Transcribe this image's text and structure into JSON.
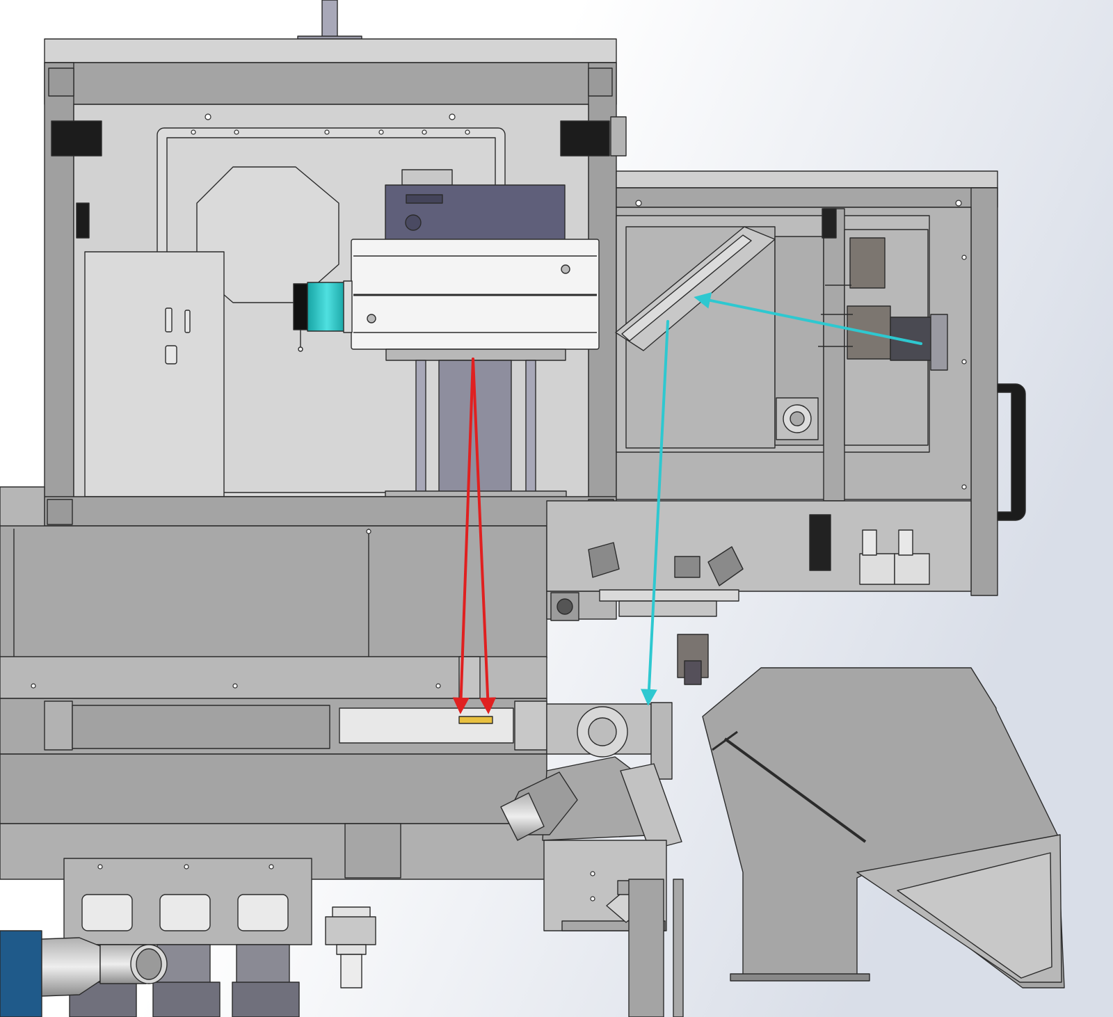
{
  "diagram": {
    "colors": {
      "background_top": "#ffffff",
      "background_right": "#d9dee8",
      "panel_gray": "#a4a4a4",
      "panel_dark": "#8a8a8a",
      "panel_light": "#c4c4c4",
      "panel_pale": "#d6d6d6",
      "outline": "#2b2b2b",
      "motor_blue": "#5f5f7a",
      "lens_cyan": "#22c9c9",
      "beam_red": "#e02020",
      "beam_cyan": "#2ec8d0",
      "pipe_blue": "#1f5a8a",
      "rubber_dark": "#1c1c1c"
    },
    "parts": [
      "laser-head",
      "galvo-scanner",
      "beam-expander",
      "camera-assembly",
      "work-table",
      "conveyor-roller",
      "discharge-chute",
      "exhaust-duct",
      "filter-units",
      "door-handle"
    ]
  }
}
